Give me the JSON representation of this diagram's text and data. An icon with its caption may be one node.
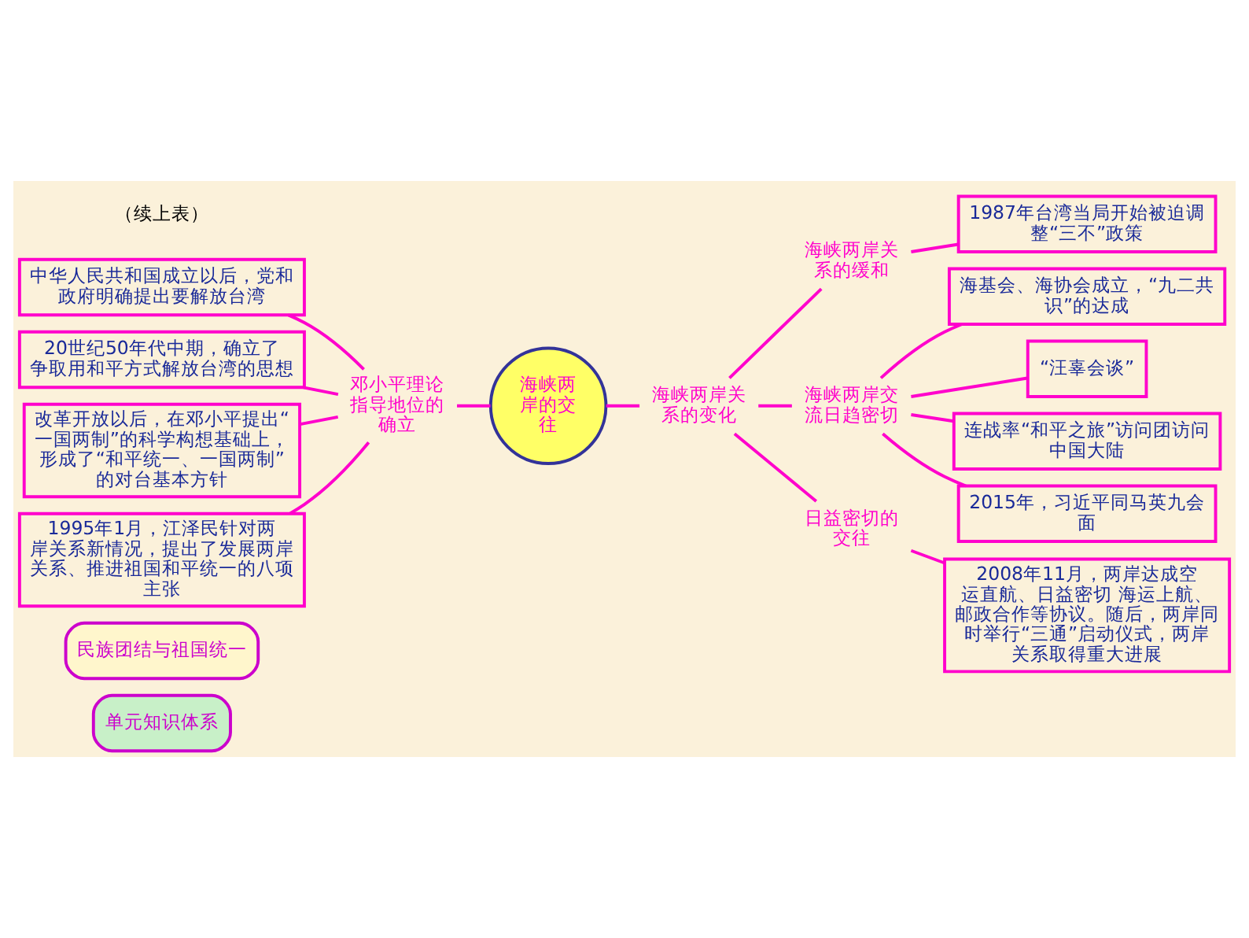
{
  "diagram": {
    "nodes": [
      {
        "text": [
          "单元知识体系"
        ]
      },
      {
        "text": [
          "民族团结与祖国统一"
        ]
      },
      {
        "text": [
          "海峡两岸的交往"
        ]
      },
      {
        "text": [
          "邓小平理论指导地位的确立"
        ]
      },
      {
        "text": [
          "中华人民共和国成立以后，党和政府明确提出要解放台湾"
        ]
      },
      {
        "text": [
          "20世纪50年代中期，确立了争取用和平方式解放台湾的思想"
        ]
      },
      {
        "text": [
          "改革开放以后，在邓小平提出“一国两制”的科学构想基础上，形成了“和平统一、一国两制”的对台基本方针"
        ]
      },
      {
        "text": [
          "1995年1月，江泽民针对两岸关系新情况，提出了发展两岸关系、推进祖国和平统一的八项主张"
        ]
      },
      {
        "text": [
          "海峡两岸关系的变化"
        ]
      },
      {
        "text": [
          "海峡两岸关系的缓和"
        ]
      },
      {
        "text": [
          "1987年台湾当局开始被迫调整“三不”政策"
        ]
      },
      {
        "text": [
          "海峡两岸交流日趋密切"
        ]
      },
      {
        "text": [
          "海基会、海协会成立，“九二共识”的达成"
        ]
      },
      {
        "text": [
          "“汪辜会谈”"
        ]
      },
      {
        "text": [
          "连战率“和平之旅”访问团访问中国大陆"
        ]
      },
      {
        "text": [
          "2015年，习近平同马英九会面"
        ]
      },
      {
        "text": [
          "日益密切的交往"
        ]
      },
      {
        "text": [
          "2008年11月，两岸达成空运直航、日益密切 海运上航、邮政合作等协议。随后，两岸同时举行“三通”启动仪式，两岸关系取得重大进展"
        ]
      }
    ],
    "edges": [
      {
        "from": 4,
        "to": 3,
        "arrow": "none"
      },
      {
        "from": 5,
        "to": 3,
        "arrow": "none"
      },
      {
        "from": 6,
        "to": 3,
        "arrow": "none"
      },
      {
        "from": 7,
        "to": 3,
        "arrow": "none"
      },
      {
        "from": 3,
        "to": 2,
        "arrow": "none"
      },
      {
        "from": 2,
        "to": 8,
        "arrow": "none"
      },
      {
        "from": 8,
        "to": 9,
        "arrow": "none"
      },
      {
        "from": 9,
        "to": 10,
        "arrow": "none"
      },
      {
        "from": 8,
        "to": 11,
        "arrow": "none"
      },
      {
        "from": 11,
        "to": 12,
        "arrow": "none"
      },
      {
        "from": 11,
        "to": 13,
        "arrow": "none"
      },
      {
        "from": 11,
        "to": 14,
        "arrow": "none"
      },
      {
        "from": 11,
        "to": 15,
        "arrow": "none"
      },
      {
        "from": 8,
        "to": 16,
        "arrow": "none"
      },
      {
        "from": 16,
        "to": 17,
        "arrow": "none"
      }
    ],
    "labels": [
      "（续上表）"
    ]
  }
}
